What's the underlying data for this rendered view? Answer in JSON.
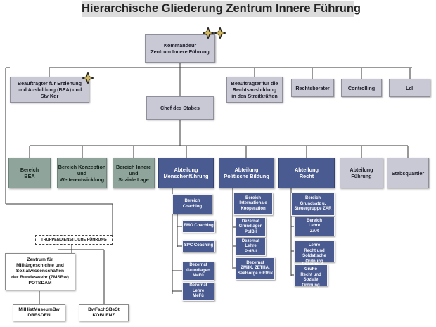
{
  "title": "Hierarchische Gliederung Zentrum Innere Führung",
  "top": {
    "kommandeur": "Kommandeur\nZentrum Innere Führung"
  },
  "staff": {
    "bea": "Beauftragter für Erziehung\nund Ausbildung (BEA) und\nStv Kdr",
    "rechtsausbildung": "Beauftragter für die\nRechtsausbildung\nin den Streitkräften",
    "rechtsberater": "Rechtsberater",
    "controlling": "Controlling",
    "ldl": "LdI",
    "chef": "Chef des Stabes"
  },
  "departments": {
    "bereich_bea": "Bereich\nBEA",
    "konzeption": "Bereich Konzeption\nund\nWeiterentwicklung",
    "innere_lage": "Bereich Innere\nund\nSoziale Lage",
    "menschenfuehrung": "Abteilung\nMenschenführung",
    "politische_bildung": "Abteilung\nPolitische Bildung",
    "recht": "Abteilung\nRecht",
    "fuehrung": "Abteilung\nFührung",
    "stabsquartier": "Stabsquartier"
  },
  "menschenfuehrung_units": {
    "coaching": "Bereich\nCoaching",
    "fmo": "FMO Coaching",
    "spc": "SPC Coaching",
    "grundlagen": "Dezernat\nGrundlagen\nMeFü",
    "lehre": "Dezernat\nLehre\nMeFü"
  },
  "politische_units": {
    "kooperation": "Bereich\nInternationale\nKooperation",
    "grundlagen": "Dezernat\nGrundlagen\nPolBil",
    "lehre": "Dezernat\nLehre\nPolBil",
    "ziviilk": "Dezernat\nZMilK, ZETHA,\nSeelsorge + Ethik"
  },
  "recht_units": {
    "grundsatz": "Bereich\nGrundsatz u.\nSteuergruppe ZAR",
    "lehre_zar": "Bereich\nLehre\nZAR",
    "lehre_recht": "Bereich\nLehre\nRecht und\nSoldatische Ordnung",
    "grufo": "Dezernat\nGruFo\nRecht und\nSoziale Ordnung"
  },
  "truppen": {
    "label": "TRUPPENDIENSTLICHE FÜHRUNG",
    "zmsbw": "Zentrum für\nMilitärgeschichte und\nSozialwissenschaften\nder Bundeswehr (ZMSBw)\nPOTSDAM",
    "museum": "MilHistMuseumBw\nDRESDEN",
    "bwfach": "BwFachSBeSt\nKOBLENZ"
  },
  "colors": {
    "title_bg": "#dcdcdc",
    "staff_box": "#c9c9d6",
    "green_box": "#8fa59c",
    "blue_box": "#4a5b91",
    "lines": "#333333",
    "star": "#d2b85a"
  },
  "icons": [
    "gold-star-icon"
  ]
}
